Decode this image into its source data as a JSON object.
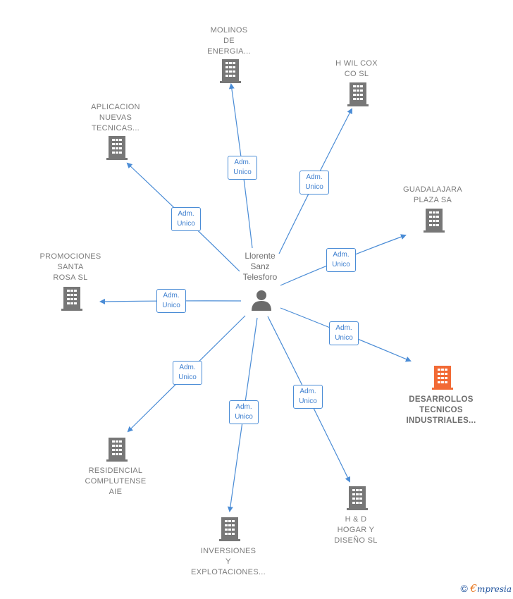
{
  "center": {
    "label": "Llorente\nSanz\nTelesforo"
  },
  "badge_text": "Adm.\nUnico",
  "colors": {
    "edge": "#4a8cd6",
    "building": "#777777",
    "highlight": "#f26a35",
    "person": "#6b6b6b"
  },
  "nodes": [
    {
      "id": "molinos",
      "label": "MOLINOS\nDE\nENERGIA...",
      "highlight": false
    },
    {
      "id": "hwilcox",
      "label": "H WIL COX\nCO  SL",
      "highlight": false
    },
    {
      "id": "aplicacion",
      "label": "APLICACION\nNUEVAS\nTECNICAS...",
      "highlight": false
    },
    {
      "id": "guadalajara",
      "label": "GUADALAJARA\nPLAZA SA",
      "highlight": false
    },
    {
      "id": "promociones",
      "label": "PROMOCIONES\nSANTA\nROSA  SL",
      "highlight": false
    },
    {
      "id": "desarrollos",
      "label": "DESARROLLOS\nTECNICOS\nINDUSTRIALES...",
      "highlight": true
    },
    {
      "id": "residencial",
      "label": "RESIDENCIAL\nCOMPLUTENSE\nAIE",
      "highlight": false
    },
    {
      "id": "hd",
      "label": "H & D\nHOGAR Y\nDISEÑO  SL",
      "highlight": false
    },
    {
      "id": "inversiones",
      "label": "INVERSIONES\nY\nEXPLOTACIONES...",
      "highlight": false
    }
  ],
  "footer": {
    "copyright": "©",
    "brand_initial": "€",
    "brand_rest": "mpresia"
  }
}
